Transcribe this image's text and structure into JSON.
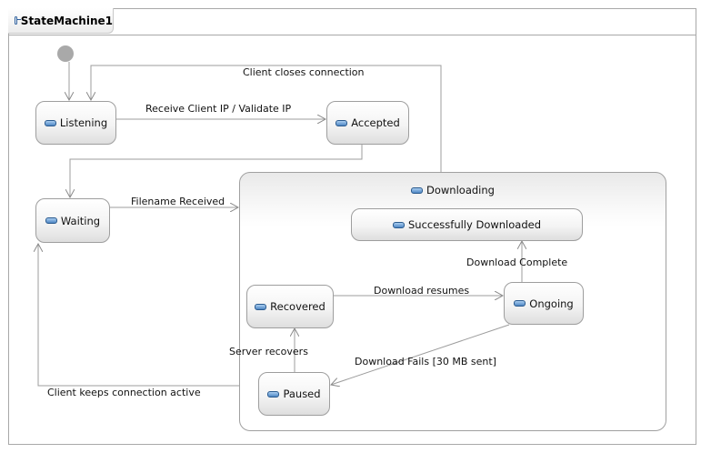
{
  "diagram": {
    "title": "StateMachine1",
    "states": {
      "listening": "Listening",
      "accepted": "Accepted",
      "waiting": "Waiting",
      "downloading": "Downloading",
      "successfully_downloaded": "Successfully Downloaded",
      "recovered": "Recovered",
      "ongoing": "Ongoing",
      "paused": "Paused"
    },
    "transitions": {
      "client_closes_connection": "Client closes connection",
      "receive_client_ip": "Receive Client IP / Validate IP",
      "filename_received": "Filename Received",
      "download_complete": "Download Complete",
      "download_resumes": "Download resumes",
      "server_recovers": "Server recovers",
      "download_fails": "Download Fails [30 MB sent]",
      "client_keeps_connection_active": "Client keeps connection active"
    },
    "colors": {
      "state_icon": "#4f87c4",
      "edge": "#9c9c9c",
      "initial_node": "#a9a9a9"
    }
  }
}
